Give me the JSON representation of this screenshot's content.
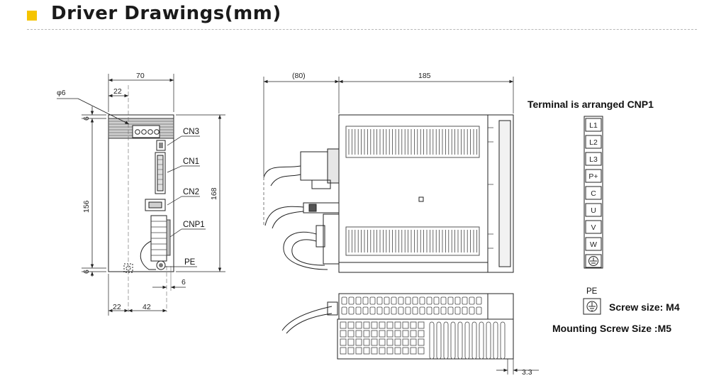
{
  "header": {
    "title": "Driver Drawings(mm)",
    "accent_color": "#f5c400"
  },
  "front_view": {
    "dims": {
      "width": "70",
      "offset": "22",
      "hole": "φ6",
      "top_margin": "6",
      "bottom_margin": "6",
      "inner_height": "156",
      "total_height": "168",
      "bottom_left": "22",
      "bottom_mid": "42",
      "pe_offset": "6"
    },
    "labels": {
      "cn3": "CN3",
      "cn1": "CN1",
      "cn2": "CN2",
      "cnp1": "CNP1",
      "pe": "PE"
    }
  },
  "side_view": {
    "dims": {
      "cable": "(80)",
      "depth": "185",
      "fin": "3.3"
    }
  },
  "terminal": {
    "title": "Terminal is arranged CNP1",
    "pins": [
      "L1",
      "L2",
      "L3",
      "P+",
      "C",
      "U",
      "V",
      "W"
    ],
    "pe_label": "PE",
    "screw_size": "Screw size: M4",
    "mounting_screw": "Mounting Screw Size :M5"
  }
}
